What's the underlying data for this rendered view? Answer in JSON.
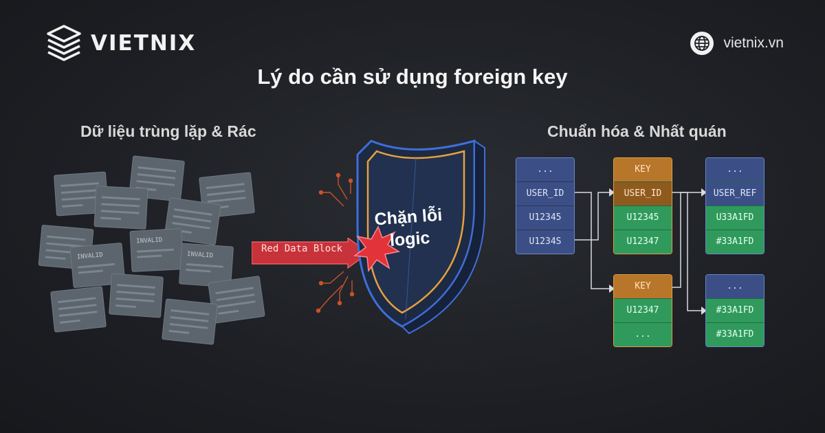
{
  "brand": {
    "name": "VIETNIX",
    "site": "vietnix.vn",
    "colors": {
      "accent": "#e0a040",
      "danger": "#d9303a",
      "table_blue": "#3b4f86",
      "table_green": "#2f9a5c"
    }
  },
  "title": "Lý do cần sử dụng foreign key",
  "left_heading": "Dữ liệu trùng lặp & Rác",
  "right_heading": "Chuẩn hóa & Nhất quán",
  "invalid_label": "INVALID",
  "red_block_label": "Red Data Block",
  "shield_text": [
    "Chặn lỗi",
    "logic"
  ],
  "tables": {
    "left": [
      "...",
      "USER_ID",
      "U12345",
      "U1234S"
    ],
    "mid_top": [
      "KEY",
      "USER_ID",
      "U12345",
      "U12347"
    ],
    "mid_bottom": [
      "KEY",
      "U12347",
      "..."
    ],
    "right_top": [
      "...",
      "USER_REF",
      "U33A1FD",
      "#33A1FD"
    ],
    "right_bottom": [
      "...",
      "#33A1FD",
      "#33A1FD"
    ]
  }
}
